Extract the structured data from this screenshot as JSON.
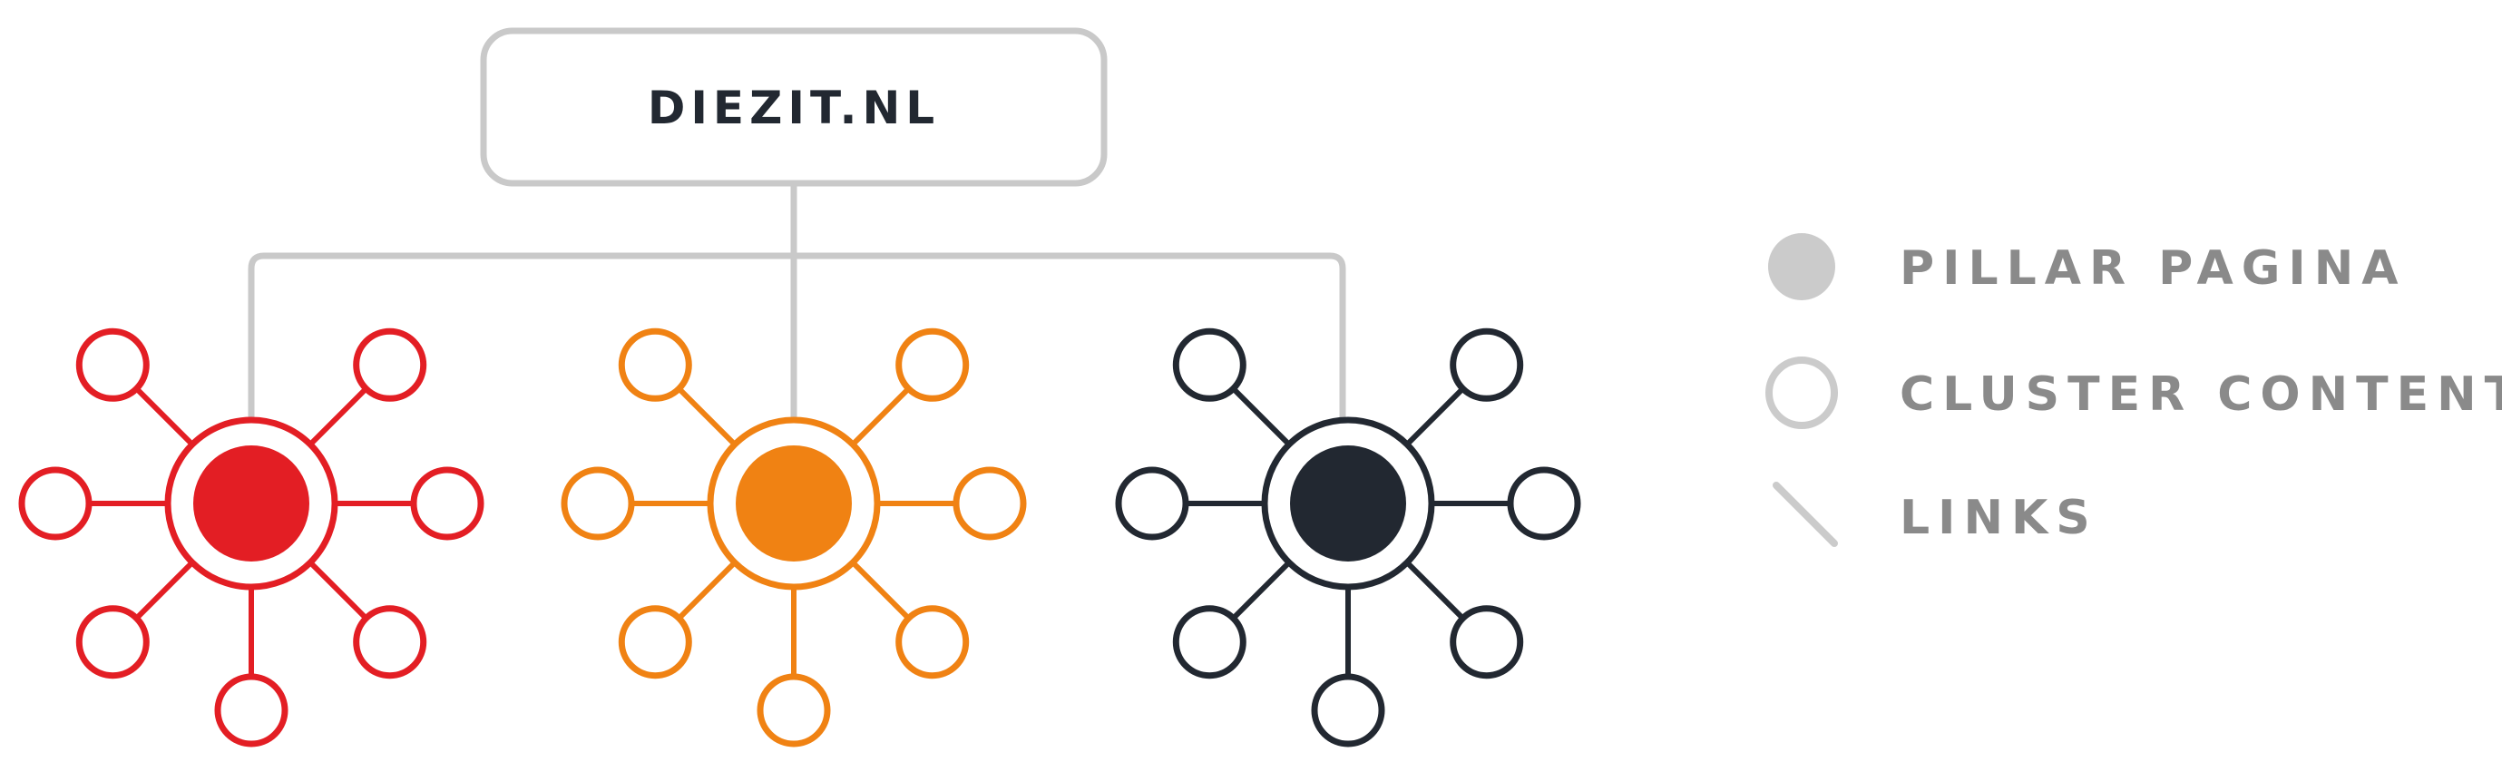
{
  "site": {
    "name": "DIEZIT.NL"
  },
  "colors": {
    "tree": "#c9c9c9",
    "legend_shape": "#cbcbcb",
    "legend_text": "#8a8a8a",
    "clusters": [
      "#e31e24",
      "#f08213",
      "#222831"
    ]
  },
  "clusters": [
    {
      "name": "red-cluster",
      "color": "#e31e24"
    },
    {
      "name": "orange-cluster",
      "color": "#f08213"
    },
    {
      "name": "dark-cluster",
      "color": "#222831"
    }
  ],
  "legend": [
    {
      "key": "pillar",
      "label": "PILLAR PAGINA",
      "icon": "filled-circle-icon"
    },
    {
      "key": "cluster",
      "label": "CLUSTER CONTENT",
      "icon": "hollow-circle-icon"
    },
    {
      "key": "links",
      "label": "LINKS",
      "icon": "diagonal-line-icon"
    }
  ]
}
